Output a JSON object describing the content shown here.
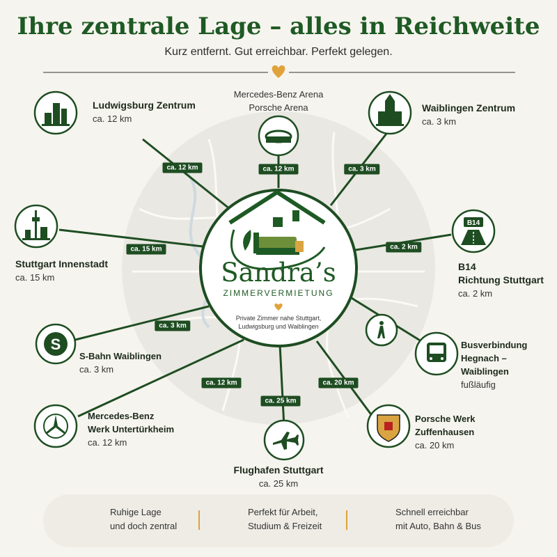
{
  "header": {
    "title": "Ihre zentrale Lage – alles in Reichweite",
    "subtitle": "Kurz entfernt. Gut erreichbar. Perfekt gelegen."
  },
  "logo": {
    "name": "Sandra’s",
    "subtitle": "ZIMMERVERMIETUNG",
    "tagline_1": "Private Zimmer nahe Stuttgart,",
    "tagline_2": "Ludwigsburg und Waiblingen"
  },
  "destinations": [
    {
      "name": "Ludwigsburg Zentrum",
      "detail": "ca. 12 km",
      "distance": "ca. 12 km",
      "icon": "city-skyline-icon"
    },
    {
      "name": "Mercedes-Benz Arena",
      "name_2": "Porsche Arena",
      "distance": "ca. 12 km",
      "icon": "stadium-icon"
    },
    {
      "name": "Waiblingen Zentrum",
      "detail": "ca. 3 km",
      "distance": "ca. 3 km",
      "icon": "town-hall-icon"
    },
    {
      "name": "B14",
      "name_2": "Richtung Stuttgart",
      "detail": "ca. 2 km",
      "distance": "ca. 2 km",
      "icon": "highway-icon"
    },
    {
      "name": "Busverbindung",
      "name_2": "Hegnach – Waiblingen",
      "detail": "fußläufig",
      "icon": "bus-icon",
      "icon_2": "pedestrian-icon"
    },
    {
      "name": "Porsche Werk",
      "name_2": "Zuffenhausen",
      "detail": "ca. 20 km",
      "distance": "ca. 20 km",
      "icon": "porsche-crest-icon"
    },
    {
      "name": "Flughafen Stuttgart",
      "detail": "ca. 25 km",
      "distance": "ca. 25 km",
      "icon": "airplane-icon"
    },
    {
      "name": "Mercedes-Benz",
      "name_2": "Werk Untertürkheim",
      "detail": "ca. 12 km",
      "distance": "ca. 12 km",
      "icon": "mercedes-star-icon"
    },
    {
      "name": "S-Bahn Waiblingen",
      "detail": "ca. 3 km",
      "distance": "ca. 3 km",
      "icon": "s-bahn-icon"
    },
    {
      "name": "Stuttgart Innenstadt",
      "detail": "ca. 15 km",
      "distance": "ca. 15 km",
      "icon": "tv-tower-icon"
    }
  ],
  "features": [
    {
      "line1": "Ruhige Lage",
      "line2": "und doch zentral",
      "icon": "location-pin-icon"
    },
    {
      "line1": "Perfekt für Arbeit,",
      "line2": "Studium & Freizeit",
      "icon": "heart-icon"
    },
    {
      "line1": "Schnell erreichbar",
      "line2": "mit Auto, Bahn & Bus",
      "icon": "checkmark-icon"
    }
  ],
  "colors": {
    "primary": "#1e5a24",
    "dark": "#1e4d22",
    "accent": "#e0a23a",
    "background": "#f6f4ee"
  }
}
